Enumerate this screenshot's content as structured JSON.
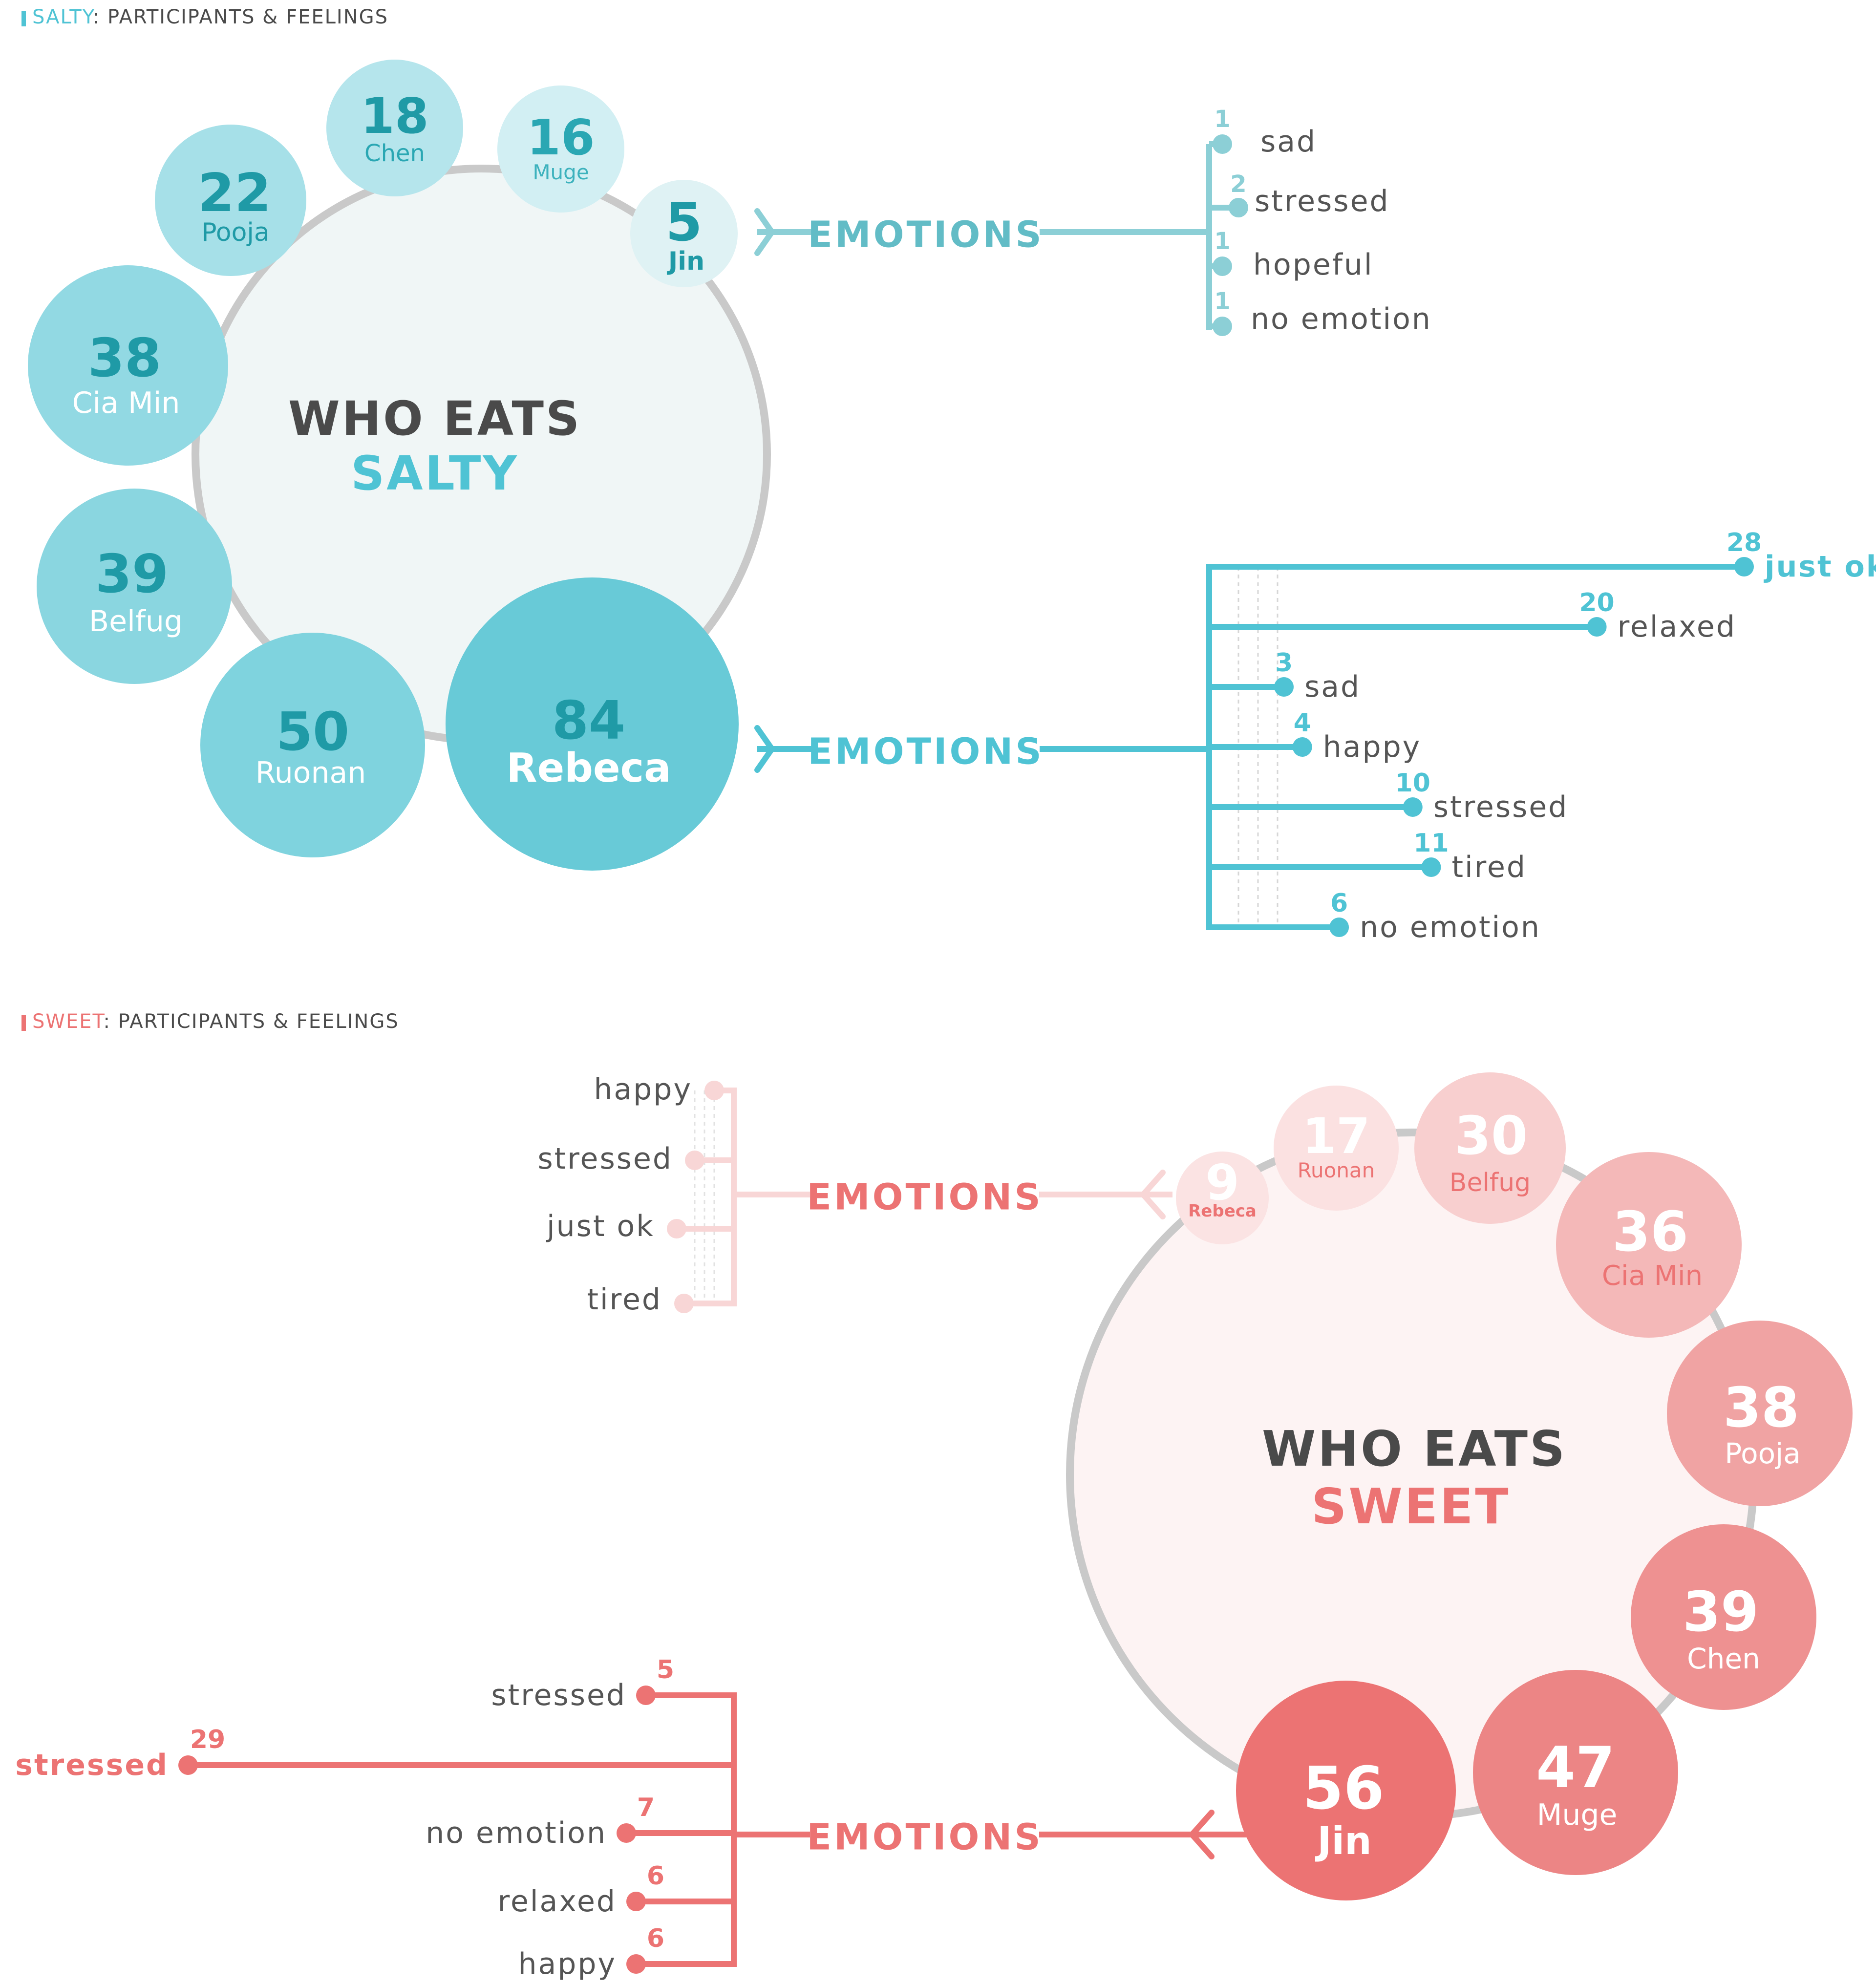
{
  "colors": {
    "salty_accent": "#4fc3d4",
    "salty_text_dark": "#1f9aa6",
    "salty_light_text": "#62bcc6",
    "salty_hub_fill": "#f0f6f6",
    "sweet_accent": "#ec7373",
    "sweet_light": "#f8d6d6",
    "sweet_hub_fill": "#fdf3f3",
    "ring": "#c9c9c9",
    "label_gray": "#555555",
    "title_dark": "#4a4a4a"
  },
  "salty": {
    "section_prefix": "SALTY",
    "section_suffix": ": PARTICIPANTS & FEELINGS",
    "hub_line1": "WHO EATS",
    "hub_line2": "SALTY",
    "participants": [
      {
        "name": "Chen",
        "value": "18"
      },
      {
        "name": "Muge",
        "value": "16"
      },
      {
        "name": "Pooja",
        "value": "22"
      },
      {
        "name": "Jin",
        "value": "5"
      },
      {
        "name": "Cia Min",
        "value": "38"
      },
      {
        "name": "Belfug",
        "value": "39"
      },
      {
        "name": "Ruonan",
        "value": "50"
      },
      {
        "name": "Rebeca",
        "value": "84"
      }
    ],
    "jin_emotions": {
      "label": "EMOTIONS",
      "items": [
        {
          "label": "sad",
          "value": "1"
        },
        {
          "label": "stressed",
          "value": "2"
        },
        {
          "label": "hopeful",
          "value": "1"
        },
        {
          "label": "no emotion",
          "value": "1"
        }
      ]
    },
    "rebeca_emotions": {
      "label": "EMOTIONS",
      "items": [
        {
          "label": "just ok",
          "value": "28"
        },
        {
          "label": "relaxed",
          "value": "20"
        },
        {
          "label": "sad",
          "value": "3"
        },
        {
          "label": "happy",
          "value": "4"
        },
        {
          "label": "stressed",
          "value": "10"
        },
        {
          "label": "tired",
          "value": "11"
        },
        {
          "label": "no emotion",
          "value": "6"
        }
      ]
    }
  },
  "sweet": {
    "section_prefix": "SWEET",
    "section_suffix": ": PARTICIPANTS & FEELINGS",
    "hub_line1": "WHO EATS",
    "hub_line2": "SWEET",
    "participants": [
      {
        "name": "Rebeca",
        "value": "9"
      },
      {
        "name": "Ruonan",
        "value": "17"
      },
      {
        "name": "Belfug",
        "value": "30"
      },
      {
        "name": "Cia Min",
        "value": "36"
      },
      {
        "name": "Pooja",
        "value": "38"
      },
      {
        "name": "Chen",
        "value": "39"
      },
      {
        "name": "Muge",
        "value": "47"
      },
      {
        "name": "Jin",
        "value": "56"
      }
    ],
    "rebeca_emotions": {
      "label": "EMOTIONS",
      "items": [
        {
          "label": "happy"
        },
        {
          "label": "stressed"
        },
        {
          "label": "just ok"
        },
        {
          "label": "tired"
        }
      ]
    },
    "jin_emotions": {
      "label": "EMOTIONS",
      "items": [
        {
          "label": "stressed",
          "value": "5"
        },
        {
          "label": "stressed",
          "value": "29"
        },
        {
          "label": "no emotion",
          "value": "7"
        },
        {
          "label": "relaxed",
          "value": "6"
        },
        {
          "label": "happy",
          "value": "6"
        }
      ]
    }
  }
}
